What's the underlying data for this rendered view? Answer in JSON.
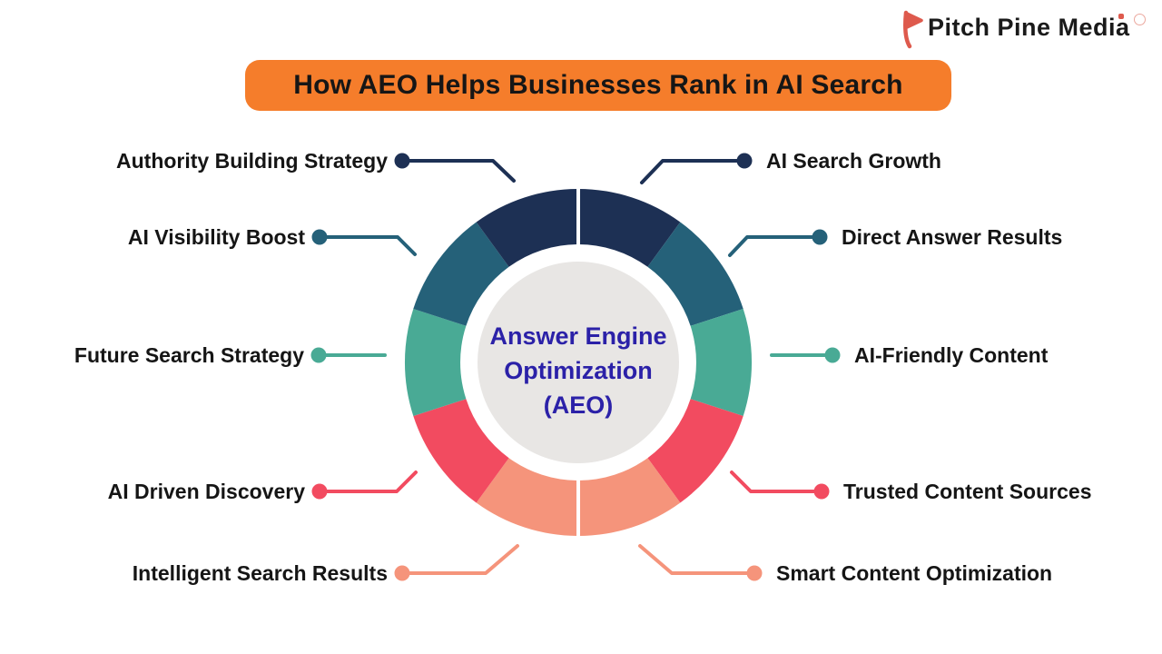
{
  "logo": {
    "brand": "Pitch Pine Media"
  },
  "title": {
    "text": "How AEO Helps Businesses Rank in AI Search"
  },
  "center": {
    "line1": "Answer Engine",
    "line2": "Optimization",
    "line3": "(AEO)"
  },
  "colors": {
    "navy": "#1d3054",
    "darkteal": "#256179",
    "teal": "#49aa95",
    "red": "#f24b60",
    "salmon": "#f5947b",
    "orange": "#f57d2b",
    "titleText": "#161616",
    "labelText": "#151515",
    "centerText": "#2b21a8",
    "centerCircle": "#e8e6e4",
    "divider": "#ffffff",
    "logoCoral": "#de5a4d"
  },
  "donut": {
    "equal_angles": true,
    "segment_angle_degrees": 36,
    "segments": [
      {
        "name": "ai-search-growth",
        "color": "navy"
      },
      {
        "name": "direct-answer-results",
        "color": "darkteal"
      },
      {
        "name": "ai-friendly-content",
        "color": "teal"
      },
      {
        "name": "trusted-content-sources",
        "color": "red"
      },
      {
        "name": "smart-content-optimization",
        "color": "salmon"
      },
      {
        "name": "intelligent-search-results",
        "color": "salmon"
      },
      {
        "name": "ai-driven-discovery",
        "color": "red"
      },
      {
        "name": "future-search-strategy",
        "color": "teal"
      },
      {
        "name": "ai-visibility-boost",
        "color": "darkteal"
      },
      {
        "name": "authority-building-strategy",
        "color": "navy"
      }
    ]
  },
  "items": [
    {
      "label": "Authority Building Strategy",
      "color": "navy",
      "side": "left"
    },
    {
      "label": "AI Visibility Boost",
      "color": "darkteal",
      "side": "left"
    },
    {
      "label": "Future Search Strategy",
      "color": "teal",
      "side": "left"
    },
    {
      "label": "AI Driven Discovery",
      "color": "red",
      "side": "left"
    },
    {
      "label": "Intelligent Search Results",
      "color": "salmon",
      "side": "left"
    },
    {
      "label": "AI Search Growth",
      "color": "navy",
      "side": "right"
    },
    {
      "label": "Direct Answer Results",
      "color": "darkteal",
      "side": "right"
    },
    {
      "label": "AI-Friendly Content",
      "color": "teal",
      "side": "right"
    },
    {
      "label": "Trusted Content Sources",
      "color": "red",
      "side": "right"
    },
    {
      "label": "Smart Content Optimization",
      "color": "salmon",
      "side": "right"
    }
  ]
}
